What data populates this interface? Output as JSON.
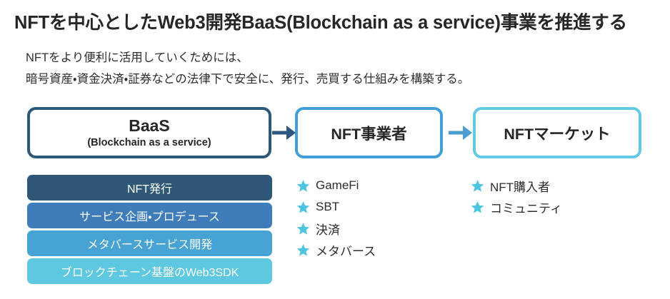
{
  "page": {
    "title": "NFTを中心としたWeb3開発BaaS(Blockchain as a service)事業を推進する",
    "lead": {
      "line1": "NFTをより便利に活用していくためには、",
      "line2": "暗号資産・資金決済・証券などの法律下で安全に、発行、売買する仕組みを構築する。"
    }
  },
  "flow": {
    "boxes": [
      {
        "id": "baas",
        "title": "BaaS",
        "subtitle": "(Blockchain as a service)",
        "border_color": "#2e5878"
      },
      {
        "id": "nft-operator",
        "title": "NFT事業者",
        "subtitle": "",
        "border_color": "#3f9fd6"
      },
      {
        "id": "nft-market",
        "title": "NFTマーケット",
        "subtitle": "",
        "border_color": "#62c9e6"
      }
    ],
    "arrows": [
      {
        "id": "arrow-baas-to-operator",
        "color": "#2d5680"
      },
      {
        "id": "arrow-operator-to-market",
        "color": "#4a9fd0"
      }
    ]
  },
  "capabilities": {
    "bars": [
      {
        "label": "NFT発行",
        "color": "#2e5876"
      },
      {
        "label": "サービス企画・プロデュース",
        "color": "#3f7cba"
      },
      {
        "label": "メタバースサービス開発",
        "color": "#46a3d4"
      },
      {
        "label": "ブロックチェーン基盤のWeb3SDK",
        "color": "#5ec8e0"
      }
    ]
  },
  "lists": {
    "star_color": "#4dc5e0",
    "operator_items": [
      "GameFi",
      "SBT",
      "決済",
      "メタバース"
    ],
    "market_items": [
      "NFT購入者",
      "コミュニティ"
    ]
  }
}
